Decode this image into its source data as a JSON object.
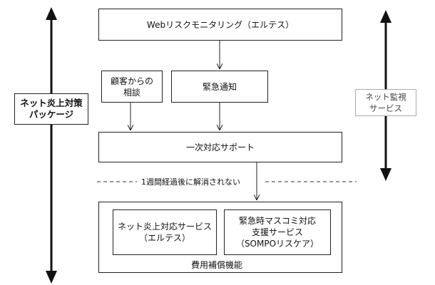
{
  "left_panel": {
    "lines": [
      "ネット炎上対策",
      "パッケージ"
    ]
  },
  "right_panel": {
    "lines": [
      "ネット監視",
      "サービス"
    ]
  },
  "top_box": {
    "label": "Webリスクモニタリング（エルテス）"
  },
  "customer_box": {
    "lines": [
      "顧客からの",
      "相談"
    ]
  },
  "urgent_box": {
    "label": "緊急通知"
  },
  "primary_support_box": {
    "label": "一次対応サポート"
  },
  "week_note": {
    "label": "1週間経過後に解消されない"
  },
  "bottom_container": {
    "label": "費用補償機能"
  },
  "inner_left_box": {
    "lines": [
      "ネット炎上対応サービス",
      "（エルテス）"
    ]
  },
  "inner_right_box": {
    "lines": [
      "緊急時マスコミ対応",
      "支援サービス",
      "（SOMPOリスケア）"
    ]
  }
}
